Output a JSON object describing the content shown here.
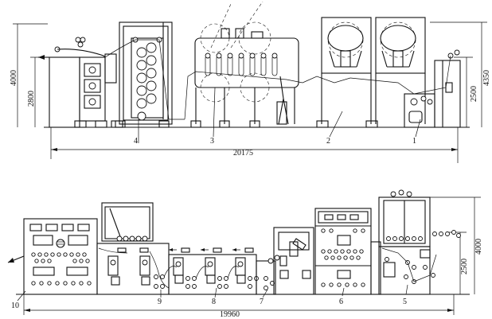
{
  "top_machine": {
    "dims": {
      "total_length": "20175",
      "height_left": "4000",
      "height_left_inner": "2800",
      "height_right": "4350",
      "height_right_inner": "2500"
    },
    "callouts": [
      "4",
      "3",
      "2",
      "1"
    ]
  },
  "bottom_machine": {
    "dims": {
      "total_length": "19960",
      "height_right": "4000",
      "height_right_inner": "2500"
    },
    "callouts": [
      "10",
      "9",
      "8",
      "7",
      "6",
      "5"
    ]
  }
}
